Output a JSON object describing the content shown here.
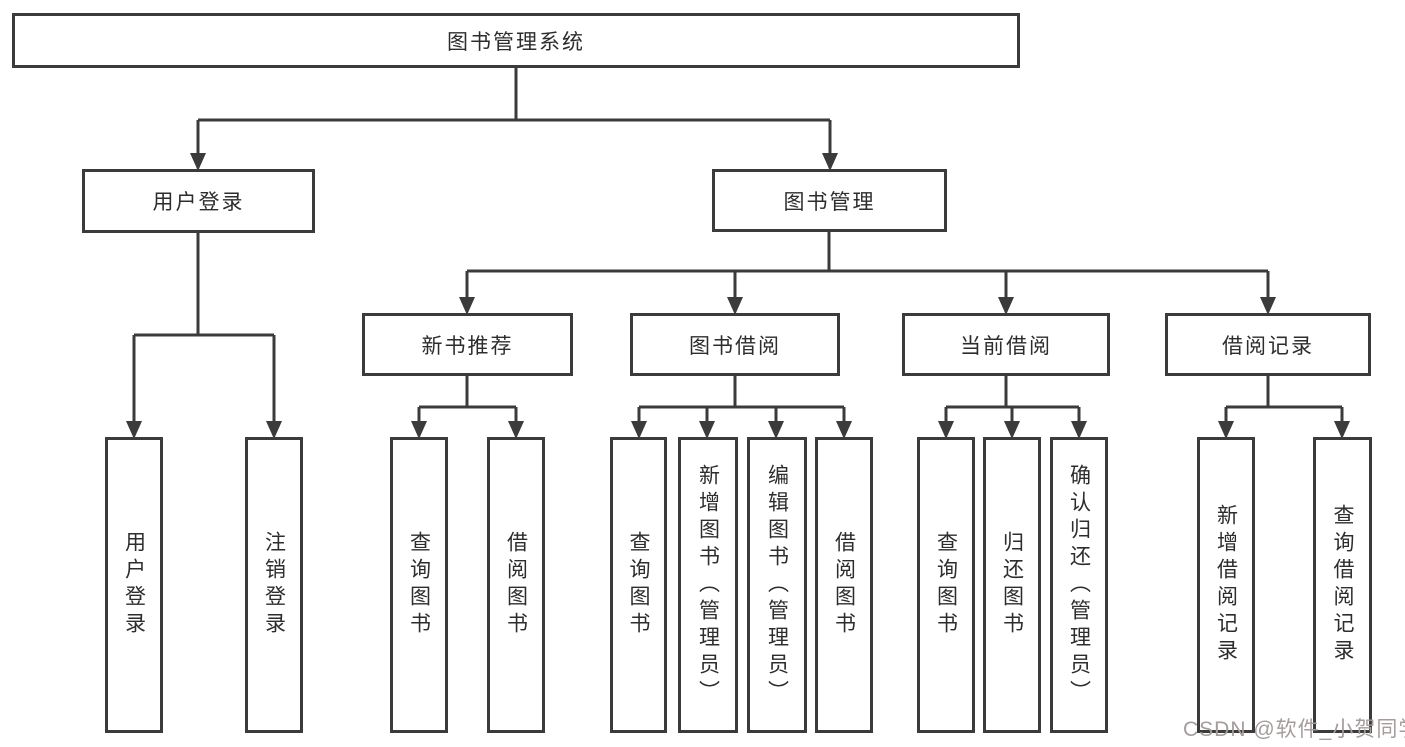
{
  "diagram": {
    "root": {
      "label": "图书管理系统"
    },
    "level1": [
      {
        "label": "用户登录"
      },
      {
        "label": "图书管理"
      }
    ],
    "level2": [
      {
        "label": "新书推荐"
      },
      {
        "label": "图书借阅"
      },
      {
        "label": "当前借阅"
      },
      {
        "label": "借阅记录"
      }
    ],
    "leaves": {
      "login": [
        "用户登录",
        "注销登录"
      ],
      "recommend": [
        "查询图书",
        "借阅图书"
      ],
      "borrow": [
        "查询图书",
        "新增图书（管理员）",
        "编辑图书（管理员）",
        "借阅图书"
      ],
      "current": [
        "查询图书",
        "归还图书",
        "确认归还（管理员）"
      ],
      "records": [
        "新增借阅记录",
        "查询借阅记录"
      ]
    }
  },
  "watermark": {
    "text": "CSDN @软件_小贺同学",
    "color": "#a59c9c"
  },
  "colors": {
    "line": "#3b3b3b",
    "border": "#3b3b3b",
    "text": "#2d2d2d",
    "background": "#ffffff"
  }
}
